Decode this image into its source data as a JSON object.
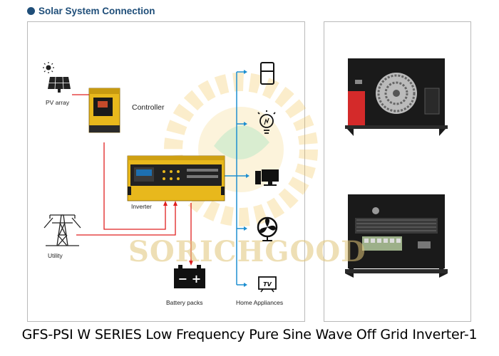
{
  "header": {
    "title": "Solar System Connection",
    "icon": "bullet-circle-icon"
  },
  "diagram": {
    "labels": {
      "pv_array": "PV array",
      "controller": "Controller",
      "inverter": "Inverter",
      "utility": "Utility",
      "battery_packs": "Battery packs",
      "home_appliances": "Home Appliances"
    },
    "battery_symbol": "− +",
    "tv_label": "TV",
    "watermark": "SORICHGOOD",
    "colors": {
      "dc_line": "#e02020",
      "ac_line": "#1e8fd0",
      "device_yellow": "#e8b81c"
    }
  },
  "caption": "GFS-PSI W SERIES Low Frequency Pure Sine Wave Off Grid Inverter-1"
}
